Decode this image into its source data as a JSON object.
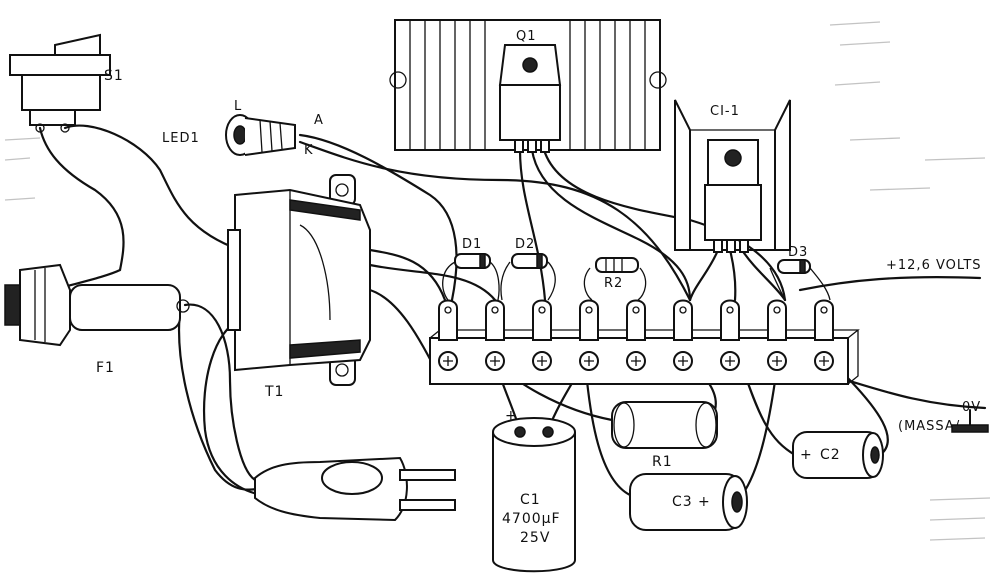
{
  "labels": {
    "s1": "S1",
    "led1": "LED1",
    "led_l": "L",
    "led_a": "A",
    "led_k": "K",
    "f1": "F1",
    "t1": "T1",
    "q1": "Q1",
    "ci1": "CI-1",
    "d1": "D1",
    "d2": "D2",
    "d3": "D3",
    "r1": "R1",
    "r2": "R2",
    "c1_name": "C1",
    "c1_value": "4700µF",
    "c1_voltage": "25V",
    "c1_plus": "+",
    "c2": "C2",
    "c2_plus": "+",
    "c3": "C3",
    "c3_plus": "+",
    "out_positive": "+12,6 VOLTS",
    "out_zero": "0V",
    "ground": "(MASSA/"
  }
}
